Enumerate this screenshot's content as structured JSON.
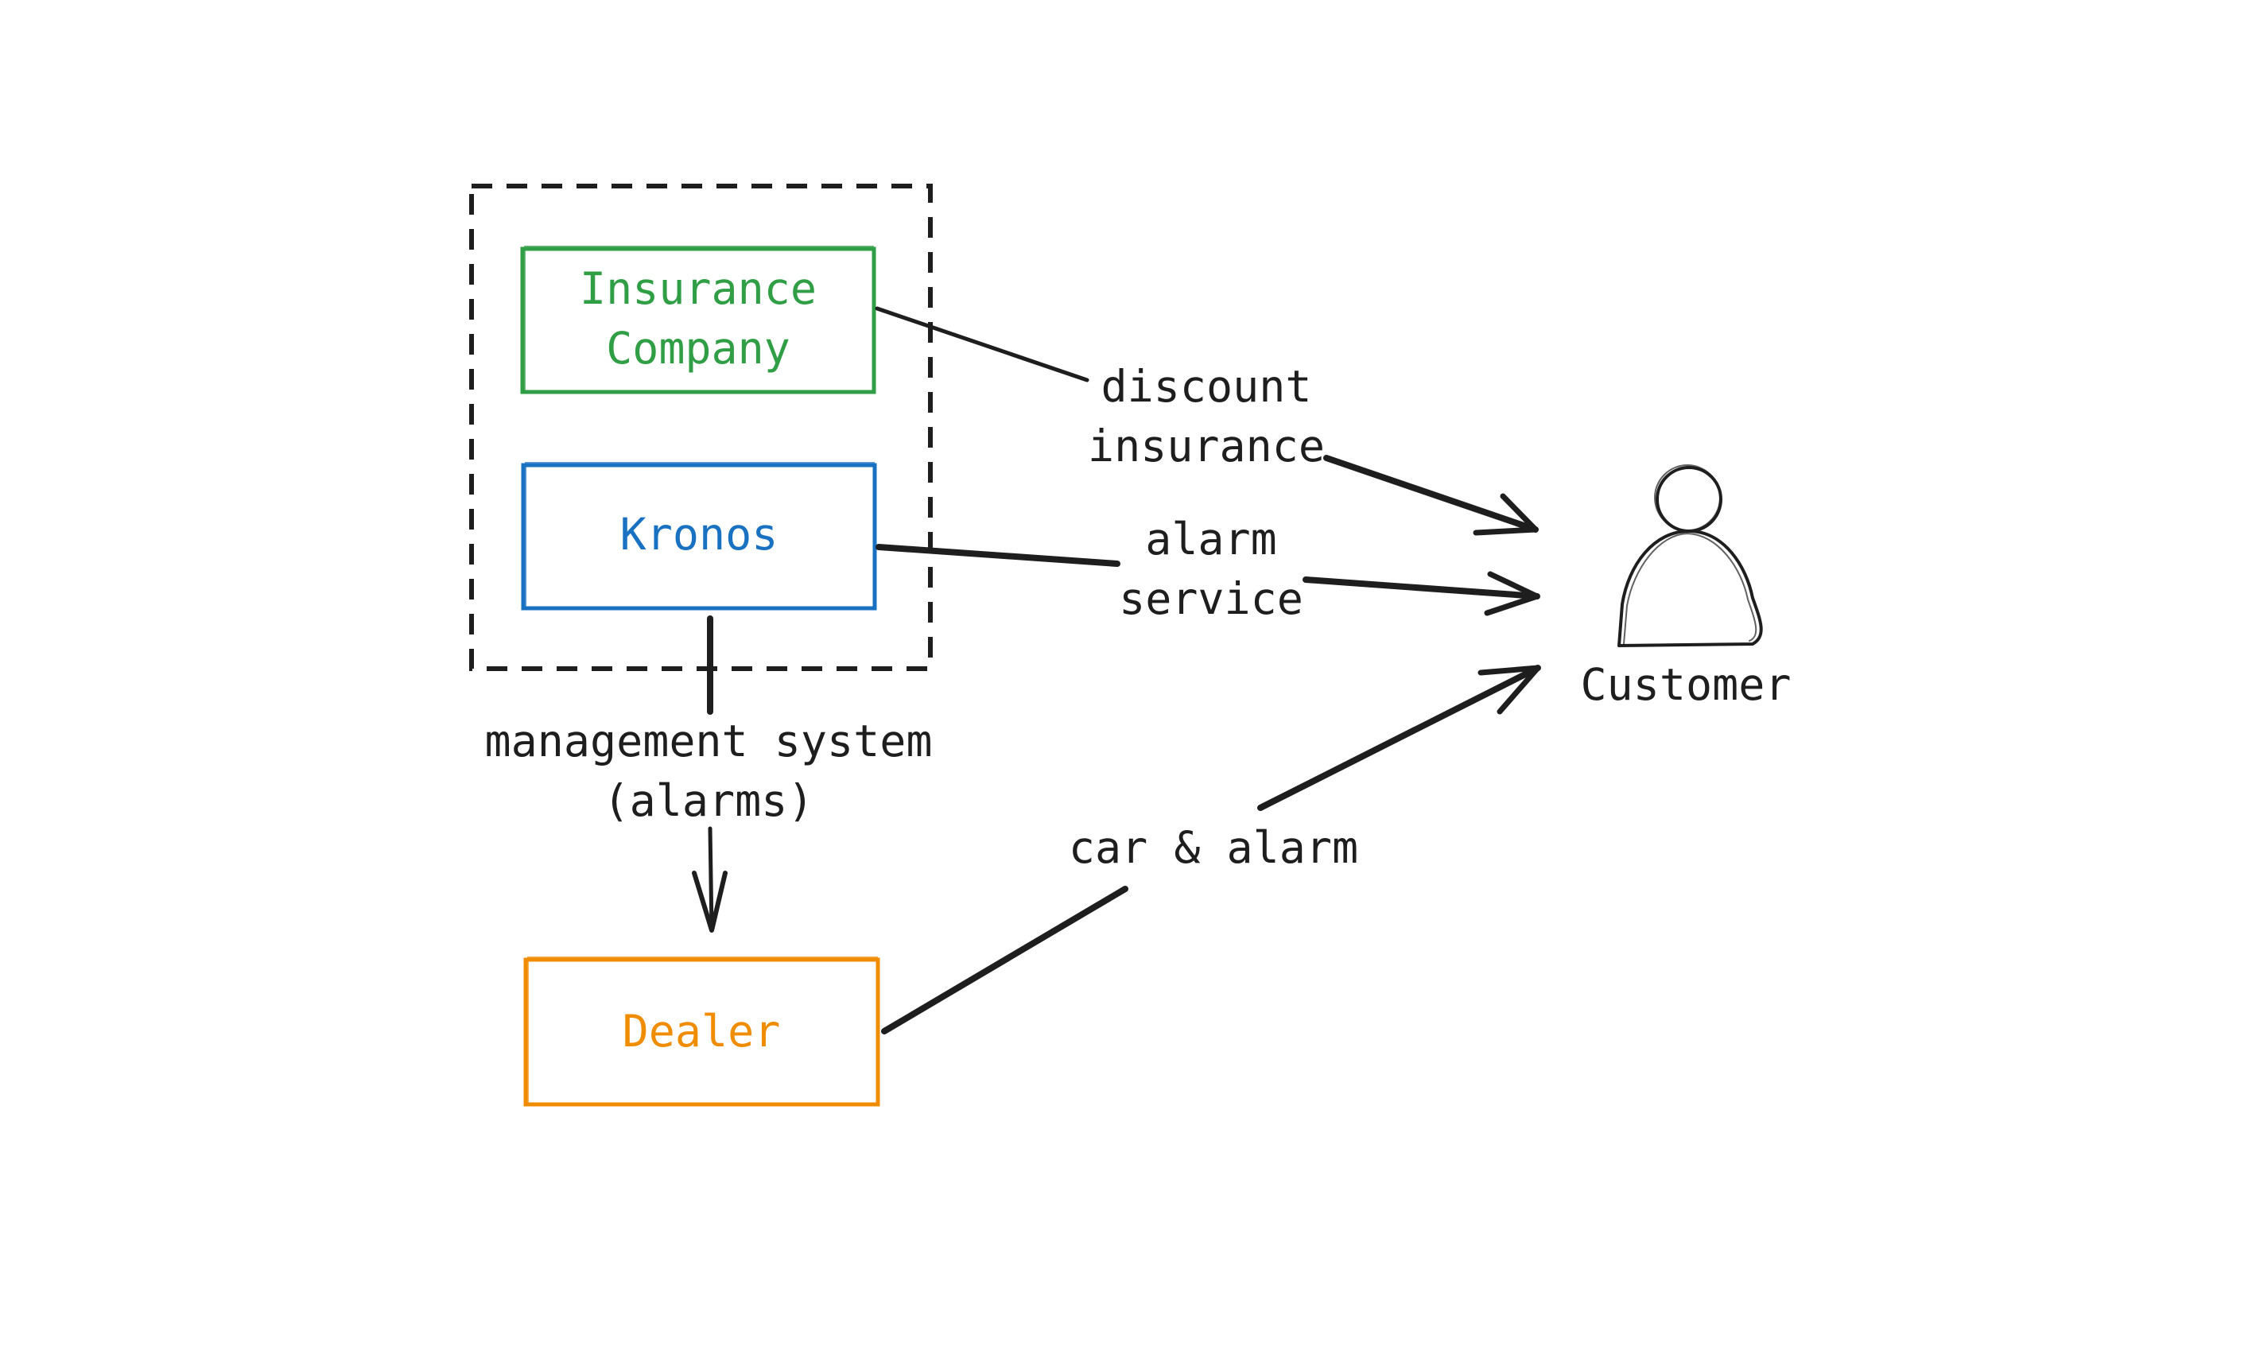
{
  "colors": {
    "insurance": "#2f9e44",
    "kronos": "#1971c2",
    "dealer": "#f08c00",
    "ink": "#1e1e1e",
    "background": "#ffffff"
  },
  "nodes": {
    "insurance": {
      "line1": "Insurance",
      "line2": "Company"
    },
    "kronos": {
      "label": "Kronos"
    },
    "dealer": {
      "label": "Dealer"
    },
    "customer": {
      "label": "Customer",
      "icon": "person-icon"
    }
  },
  "edges": {
    "insurance_customer": {
      "line1": "discount",
      "line2": "insurance"
    },
    "kronos_customer": {
      "line1": "alarm",
      "line2": "service"
    },
    "kronos_dealer": {
      "line1": "management system",
      "line2": "(alarms)"
    },
    "dealer_customer": {
      "label": "car & alarm"
    }
  }
}
